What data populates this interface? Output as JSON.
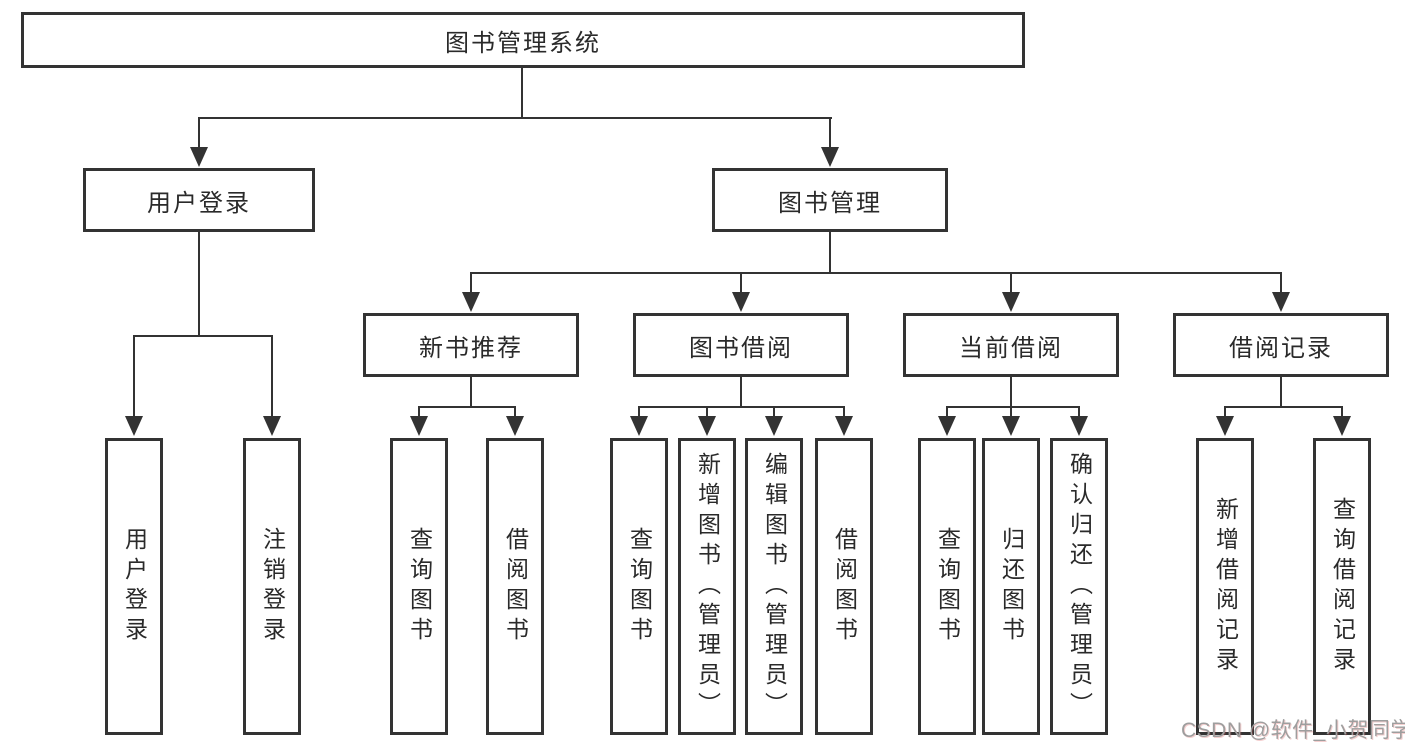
{
  "diagram": {
    "root": {
      "label": "图书管理系统"
    },
    "level2": [
      {
        "label": "用户登录"
      },
      {
        "label": "图书管理"
      }
    ],
    "level3": [
      {
        "label": "新书推荐"
      },
      {
        "label": "图书借阅"
      },
      {
        "label": "当前借阅"
      },
      {
        "label": "借阅记录"
      }
    ],
    "leaves": {
      "user_login": [
        "用户登录",
        "注销登录"
      ],
      "new_book": [
        "查询图书",
        "借阅图书"
      ],
      "book_borrow": [
        "查询图书",
        "新增图书（管理员）",
        "编辑图书（管理员）",
        "借阅图书"
      ],
      "current_borrow": [
        "查询图书",
        "归还图书",
        "确认归还（管理员）"
      ],
      "borrow_records": [
        "新增借阅记录",
        "查询借阅记录"
      ]
    }
  },
  "watermark": {
    "text": "CSDN @软件_小贺同学"
  },
  "colors": {
    "line": "#333333",
    "text": "#2a2a2a",
    "watermark": "#9e9e9e",
    "background": "#ffffff"
  }
}
